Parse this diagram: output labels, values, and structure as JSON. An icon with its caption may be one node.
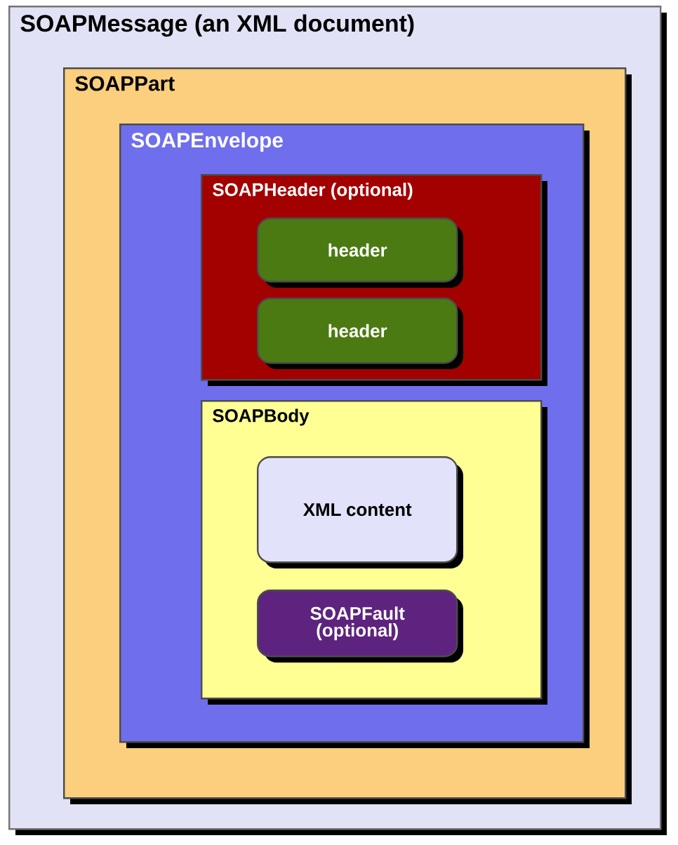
{
  "diagram": {
    "nodes": [
      {
        "text": [
          "SOAPMessage (an XML document)"
        ]
      },
      {
        "text": [
          "SOAPPart"
        ],
        "in": 0
      },
      {
        "text": [
          "SOAPEnvelope"
        ],
        "in": 1
      },
      {
        "text": [
          "SOAPHeader (optional)"
        ],
        "in": 2
      },
      {
        "text": [
          "header"
        ],
        "in": 3
      },
      {
        "text": [
          "header"
        ],
        "in": 3
      },
      {
        "text": [
          "SOAPBody"
        ],
        "in": 2
      },
      {
        "text": [
          "XML content"
        ],
        "in": 6
      },
      {
        "text": [
          "SOAPFault (optional)"
        ],
        "in": 6
      }
    ]
  }
}
